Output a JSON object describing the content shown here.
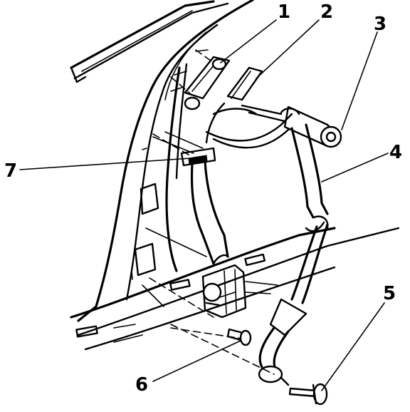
{
  "diagram": {
    "callouts": [
      {
        "id": "1",
        "label": "1"
      },
      {
        "id": "2",
        "label": "2"
      },
      {
        "id": "3",
        "label": "3"
      },
      {
        "id": "4",
        "label": "4"
      },
      {
        "id": "5",
        "label": "5"
      },
      {
        "id": "6",
        "label": "6"
      },
      {
        "id": "7",
        "label": "7"
      }
    ],
    "stroke_color": "#000000",
    "background_color": "#ffffff"
  }
}
